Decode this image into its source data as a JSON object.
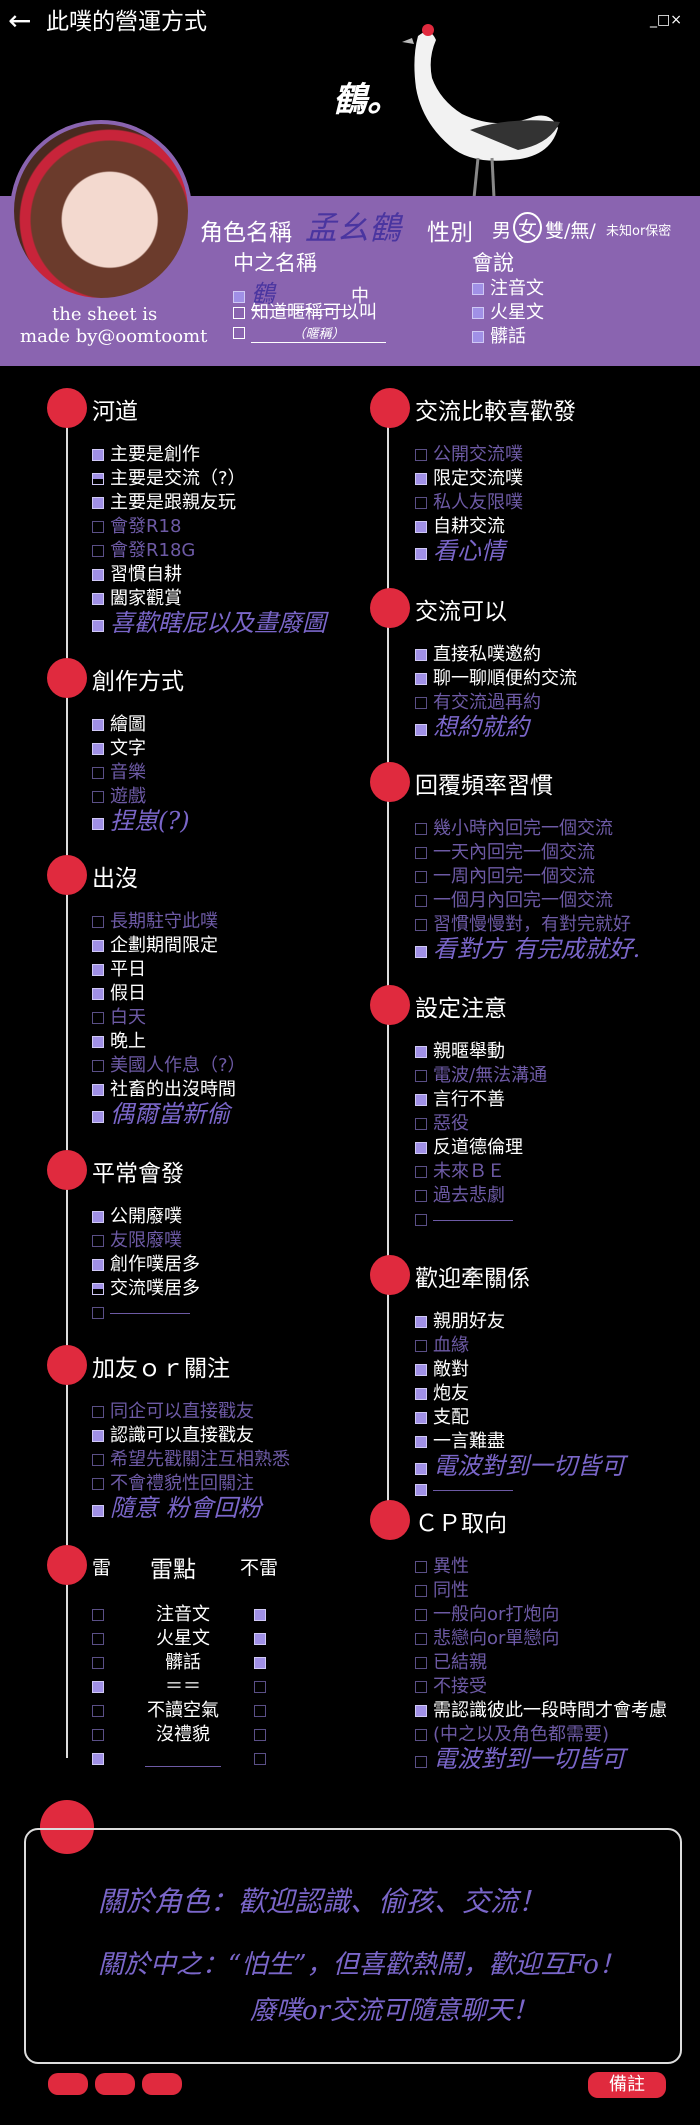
{
  "header": {
    "title": "此噗的營運方式",
    "win_controls": "_□×"
  },
  "bird_label": "鶴。",
  "profile": {
    "credit_line1": "the sheet is",
    "credit_line2": "made by@oomtoomt",
    "name_label": "角色名稱",
    "name_value": "孟幺鶴",
    "gender_label": "性別",
    "gender_male": "男",
    "gender_female": "女",
    "gender_rest": "雙/無/",
    "gender_small": "未知or保密",
    "nick_label": "中之名稱",
    "nick_value": "鶴",
    "nick_suffix": "中",
    "nick_opt2": "知道暱稱可以叫",
    "nick_opt3_hint": "（暱稱）",
    "lang_label": "會說",
    "langs": [
      "注音文",
      "火星文",
      "髒話"
    ]
  },
  "sections": {
    "s1": {
      "title": "河道",
      "items": [
        "主要是創作",
        "主要是交流（?）",
        "主要是跟親友玩",
        "會發R18",
        "會發R18G",
        "習慣自耕",
        "闔家觀賞"
      ],
      "hand": "喜歡瞎屁以及畫廢圖"
    },
    "s2": {
      "title": "創作方式",
      "items": [
        "繪圖",
        "文字",
        "音樂",
        "遊戲"
      ],
      "hand": "捏崽(?)"
    },
    "s3": {
      "title": "出沒",
      "items": [
        "長期駐守此噗",
        "企劃期間限定",
        "平日",
        "假日",
        "白天",
        "晚上",
        "美國人作息（?）",
        "社畜的出沒時間"
      ],
      "hand": "偶爾當新偷"
    },
    "s4": {
      "title": "平常會發",
      "items": [
        "公開廢噗",
        "友限廢噗",
        "創作噗居多",
        "交流噗居多"
      ]
    },
    "s5": {
      "title": "加友ｏｒ關注",
      "items": [
        "同企可以直接戳友",
        "認識可以直接戳友",
        "希望先戳關注互相熟悉",
        "不會禮貌性回關注"
      ],
      "hand": "隨意 粉會回粉"
    },
    "s6": {
      "title": "雷點",
      "left_head": "雷",
      "right_head": "不雷",
      "rows": [
        "注音文",
        "火星文",
        "髒話",
        "＝＝",
        "不讀空氣",
        "沒禮貌"
      ]
    },
    "s7": {
      "title": "交流比較喜歡發",
      "items": [
        "公開交流噗",
        "限定交流噗",
        "私人友限噗",
        "自耕交流"
      ],
      "hand": "看心情"
    },
    "s8": {
      "title": "交流可以",
      "items": [
        "直接私噗邀約",
        "聊一聊順便約交流",
        "有交流過再約"
      ],
      "hand": "想約就約"
    },
    "s9": {
      "title": "回覆頻率習慣",
      "items": [
        "幾小時內回完一個交流",
        "一天內回完一個交流",
        "一周內回完一個交流",
        "一個月內回完一個交流",
        "習慣慢慢對，有對完就好"
      ],
      "hand": "看對方 有完成就好."
    },
    "s10": {
      "title": "設定注意",
      "items": [
        "親暱舉動",
        "電波/無法溝通",
        "言行不善",
        "惡役",
        "反道德倫理",
        "未來ＢＥ",
        "過去悲劇"
      ]
    },
    "s11": {
      "title": "歡迎牽關係",
      "items": [
        "親朋好友",
        "血緣",
        "敵對",
        "炮友",
        "支配",
        "一言難盡"
      ],
      "hand": "電波對到一切皆可"
    },
    "s12": {
      "title": "ＣＰ取向",
      "items": [
        "異性",
        "同性",
        "一般向or打炮向",
        "悲戀向or單戀向",
        "已結親",
        "不接受",
        "需認識彼此一段時間才會考慮",
        "(中之以及角色都需要)"
      ],
      "hand": "電波對到一切皆可"
    }
  },
  "note": {
    "line1": "關於角色：歡迎認識、偷孩、交流！",
    "line2": "關於中之：“怕生”，但喜歡熱鬧，歡迎互Fo！",
    "line3": "廢噗or交流可隨意聊天！"
  },
  "footer": {
    "note_button": "備註"
  },
  "colors": {
    "accent": "#e02a3e",
    "band": "#8a64b0",
    "check": "#a090e6",
    "hand": "#7a66c9"
  }
}
